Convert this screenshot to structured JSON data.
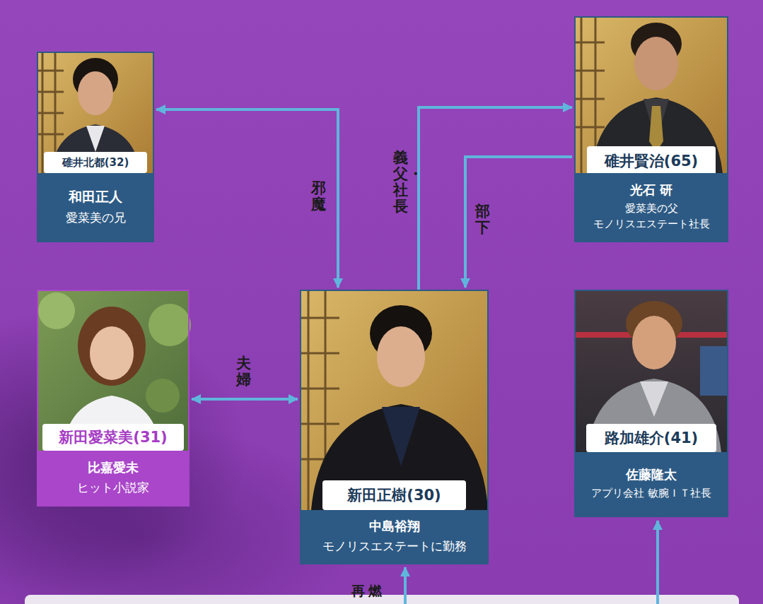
{
  "diagram": {
    "nodes": [
      {
        "text": [
          "碓井北都(32)",
          "和田正人",
          "愛菜美の兄"
        ]
      },
      {
        "text": [
          "碓井賢治(65)",
          "光石 研",
          "愛菜美の父 モノリスエステート社長"
        ]
      },
      {
        "text": [
          "新田愛菜美(31)",
          "比嘉愛未",
          "ヒット小説家"
        ]
      },
      {
        "text": [
          "新田正樹(30)",
          "中島裕翔",
          "モノリスエステートに勤務"
        ]
      },
      {
        "text": [
          "路加雄介(41)",
          "佐藤隆太",
          "アプリ会社 敏腕ＩＴ社長"
        ]
      }
    ],
    "edges": [
      {
        "from": 0,
        "to": 3,
        "label": "邪魔",
        "arrow": "both"
      },
      {
        "from": 2,
        "to": 3,
        "label": "夫婦",
        "arrow": "both"
      },
      {
        "from": 3,
        "to": 1,
        "label": "義父・社長",
        "arrow": "to"
      },
      {
        "from": 1,
        "to": 3,
        "label": "部下",
        "arrow": "to"
      }
    ],
    "labels": [
      "再燃"
    ]
  }
}
